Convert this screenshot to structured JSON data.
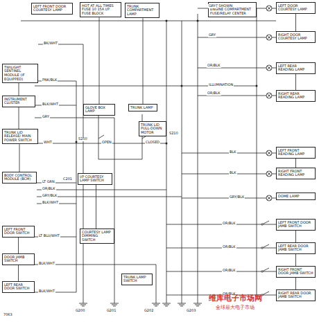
{
  "diagram": {
    "nodes": [
      {
        "text": [
          "LEFT FRONT DOOR COURTESY LAMP"
        ]
      },
      {
        "text": [
          "HOT AT ALL TIMES",
          "FUSE 10 15A I/P FUSE BLOCK"
        ]
      },
      {
        "text": [
          "TRUNK COMPARTMENT LAMP"
        ]
      },
      {
        "text": [
          "NOT SHOWN:",
          "ENGINE COMPARTMENT FUSE/RELAY CENTER"
        ]
      },
      {
        "text": [
          "LEFT DOOR COURTESY LAMP"
        ]
      },
      {
        "text": [
          "RIGHT DOOR COURTESY LAMP"
        ]
      },
      {
        "text": [
          "LEFT REAR READING LAMP"
        ]
      },
      {
        "text": [
          "RIGHT REAR READING LAMP"
        ]
      },
      {
        "text": [
          "LEFT FRONT READING LAMP"
        ]
      },
      {
        "text": [
          "RIGHT FRONT READING LAMP"
        ]
      },
      {
        "text": [
          "DOME LAMP"
        ]
      },
      {
        "text": [
          "LEFT FRONT DOOR JAMB SWITCH"
        ]
      },
      {
        "text": [
          "LEFT REAR DOOR JAMB SWITCH"
        ]
      },
      {
        "text": [
          "RIGHT FRONT DOOR JAMB SWITCH"
        ]
      },
      {
        "text": [
          "RIGHT REAR DOOR JAMB SWITCH"
        ]
      },
      {
        "text": [
          "TWILIGHT SENTINEL MODULE (IF EQUIPPED)"
        ]
      },
      {
        "text": [
          "INSTRUMENT CLUSTER"
        ]
      },
      {
        "text": [
          "TRUNK LID RELEASE/ MAIN POWER SWITCH"
        ]
      },
      {
        "text": [
          "BODY CONTROL MODULE (BCM)"
        ]
      },
      {
        "text": [
          "LEFT FRONT DOOR SWITCH"
        ]
      },
      {
        "text": [
          "DOOR JAMB SWITCH"
        ]
      },
      {
        "text": [
          "LEFT REAR DOOR SWITCH"
        ]
      },
      {
        "text": [
          "GLOVE BOX LAMP"
        ]
      },
      {
        "text": [
          "TRUNK LAMP"
        ]
      },
      {
        "text": [
          "TRUNK LID PULL-DOWN MOTOR"
        ]
      },
      {
        "text": [
          "I/P COURTESY LAMP SWITCH"
        ]
      },
      {
        "text": [
          "COURTESY LAMP DIMMING SWITCH"
        ]
      },
      {
        "text": [
          "TRUNK LAMP SWITCH"
        ]
      }
    ],
    "edges": [
      {
        "from": 1,
        "to": 22,
        "arrow": "none"
      },
      {
        "from": 2,
        "to": 23,
        "arrow": "none"
      },
      {
        "from": 15,
        "to": 16,
        "arrow": "none"
      },
      {
        "from": 16,
        "to": 17,
        "arrow": "none"
      },
      {
        "from": 17,
        "to": 18,
        "arrow": "none"
      },
      {
        "from": 19,
        "to": 20,
        "arrow": "none"
      },
      {
        "from": 20,
        "to": 21,
        "arrow": "none"
      },
      {
        "from": 4,
        "to": 5,
        "arrow": "none"
      },
      {
        "from": 6,
        "to": 7,
        "arrow": "none"
      },
      {
        "from": 8,
        "to": 9,
        "arrow": "none"
      },
      {
        "from": 11,
        "to": 12,
        "arrow": "none"
      },
      {
        "from": 12,
        "to": 13,
        "arrow": "none"
      },
      {
        "from": 13,
        "to": 14,
        "arrow": "none"
      },
      {
        "from": 25,
        "to": 26,
        "arrow": "none"
      }
    ],
    "labels": [
      "GRY",
      "GRY",
      "OR/BLK",
      "OR/BLK",
      "BK/WHT",
      "PNK/BLK",
      "BLK/WHT",
      "GRY",
      "WHT",
      "LT GRN",
      "OR/BLK",
      "GRY/BLK",
      "BLK/WHT",
      "LT BLU/WHT",
      "BLK/WHT",
      "BLK/WHT",
      "ILLUMINATION",
      "BLK",
      "BLK",
      "GRY/BLK",
      "OR/BLK",
      "OR/BLK",
      "OR/BLK",
      "OR/BLK",
      "G200",
      "G201",
      "G202",
      "G203",
      "S250",
      "S210",
      "C201",
      "OPEN",
      "CLOSED",
      "维库电子市场网",
      "全球最大电子市场",
      "7063"
    ]
  }
}
